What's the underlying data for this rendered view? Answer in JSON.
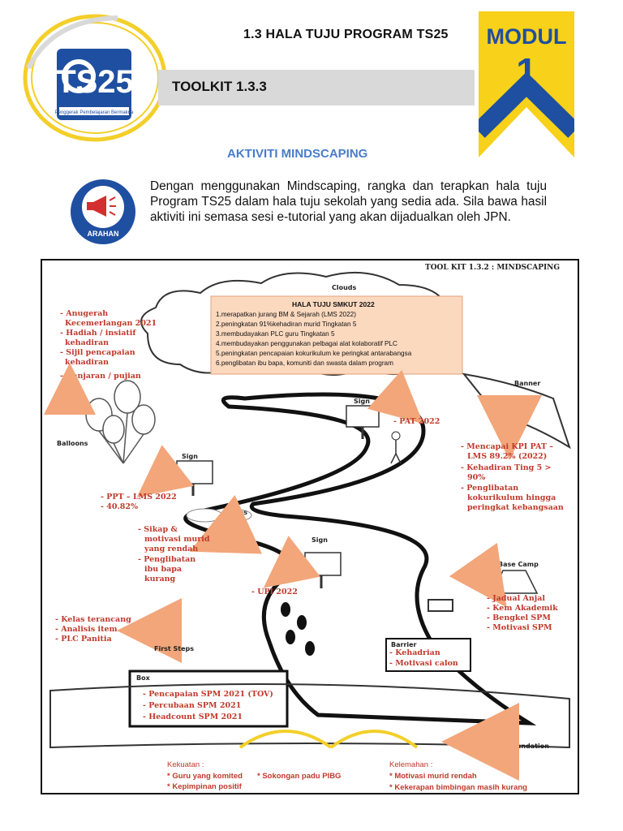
{
  "header": {
    "title": "1.3 HALA TUJU PROGRAM TS25",
    "toolkit": "TOOLKIT 1.3.3",
    "modul_word": "MODUL",
    "modul_number": "1",
    "logo_lines": [
      "TS25",
      "Penggerak Pembelajaran Bermakna"
    ]
  },
  "activity_title": "AKTIVITI MINDSCAPING",
  "arahan_label": "ARAHAN",
  "instructions": "Dengan menggunakan Mindscaping, rangka dan terapkan hala tuju Program TS25 dalam hala tuju sekolah yang sedia ada. Sila bawa hasil aktiviti ini semasa sesi e-tutorial yang akan dijadualkan oleh JPN.",
  "diagram": {
    "caption": "TOOL KIT 1.3.2 : MINDSCAPING",
    "labels": {
      "clouds": "Clouds",
      "banner": "Banner",
      "balloons": "Balloons",
      "sign1": "Sign",
      "sign2": "Sign",
      "sign3": "Sign",
      "stones": "Stones",
      "base_camp": "Base Camp",
      "barrier": "Barrier",
      "first_steps": "First Steps",
      "box": "Box",
      "foundation": "Foundation"
    },
    "hala_tuju": {
      "title": "HALA TUJU SMKUT 2022",
      "items": [
        "1.merapatkan jurang BM & Sejarah (LMS 2022)",
        "2.peningkatan 91%kehadiran murid Tingkatan 5",
        "3.membudayakan PLC guru Tingkatan 5",
        "4.membudayakan penggunakan pelbagai alat kolaboratif PLC",
        "5.peningkatan pencapaian kokurikulum ke peringkat antarabangsa",
        "6.penglibatan ibu bapa, komuniti dan swasta dalam program"
      ]
    },
    "balloons_items": [
      "- Anugerah",
      "Kecemerlangan 2021",
      "- Hadiah / insiatif",
      "kehadiran",
      "- Sijil pencapaian",
      "kehadiran",
      "- Ganjaran / pujian"
    ],
    "pat": "- PAT 2022",
    "banner_items": [
      "- Mencapai KPI PAT –",
      "LMS 89.2% (2022)",
      "- Kehadiran Ting 5 >",
      "90%",
      "- Penglibatan",
      "kokurikulum hingga",
      "peringkat kebangsaan"
    ],
    "ppt_items": [
      "- PPT – LMS 2022",
      "- 40.82%"
    ],
    "stones_items": [
      "- Sikap &",
      "motivasi murid",
      "yang rendah",
      "- Penglibatan",
      "ibu bapa",
      "kurang"
    ],
    "upi": "- UPI 2022",
    "base_camp_items": [
      "- Jadual Anjal",
      "- Kem Akademik",
      "- Bengkel SPM",
      "- Motivasi SPM"
    ],
    "first_steps_items": [
      "- Kelas terancang",
      "- Analisis item",
      "- PLC Panitia"
    ],
    "barrier_items": [
      "- Kehadrian",
      "- Motivasi calon"
    ],
    "box_items": [
      "- Pencapaian SPM 2021 (TOV)",
      "- Percubaan SPM 2021",
      "- Headcount SPM 2021"
    ],
    "kekuatan": {
      "title": "Kekuatan :",
      "items": [
        "* Guru yang komited",
        "* Sokongan padu PIBG",
        "* Kepimpinan positif"
      ]
    },
    "kelemahan": {
      "title": "Kelemahan :",
      "items": [
        "* Motivasi murid rendah",
        "* Kekerapan bimbingan masih kurang"
      ]
    }
  },
  "colors": {
    "accent_blue": "#4a7cc8",
    "modul_yellow": "#f7d11a",
    "modul_blue": "#1f4fa0",
    "label_red": "#c0392b",
    "arrow_orange": "#f2a67a",
    "hala_tuju_bg": "#fbd9bf"
  },
  "icons": [
    "ts25-logo",
    "modul-badge",
    "megaphone-icon"
  ]
}
